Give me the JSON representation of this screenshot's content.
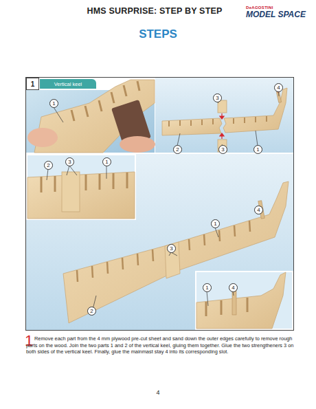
{
  "diagram": {
    "title": "HMS SURPRISE: STEP BY STEP",
    "caption": "Remove each part from the 4 mm plywood pre-cut sheet and sand down the outer edges carefully to remove rough parts on the wood. Join the two parts 1 and 2 of the vertical keel, gluing them together. Glue the two strengtheners 3 on both sides of the vertical keel. Finally, glue the mainmast stay 4 into its corresponding slot.",
    "nodes": [
      {
        "text": [
          "1"
        ]
      },
      {
        "text": [
          "Vertical keel"
        ]
      }
    ],
    "labels": [
      "DeAGOSTINI",
      "MODEL SPACE",
      "STEPS",
      "1",
      "3",
      "4",
      "2",
      "3",
      "1",
      "2",
      "3",
      "1",
      "4",
      "1",
      "3",
      "2",
      "1",
      "4",
      "1",
      "4"
    ]
  }
}
